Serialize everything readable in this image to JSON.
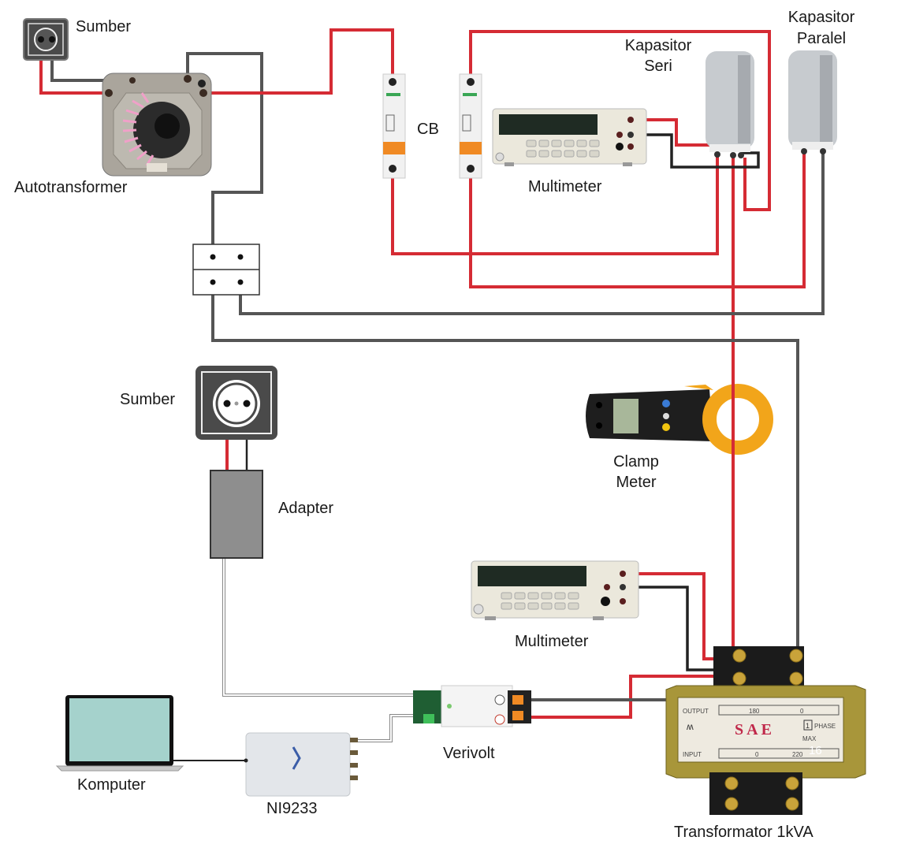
{
  "title": "Experimental wiring diagram",
  "colors": {
    "phase_wire": "#d52b34",
    "neutral_wire": "#555555",
    "signal_wire": "#222222",
    "laptop_screen": "#a5d2cc",
    "clamp_yellow": "#f2a51a",
    "cb_orange": "#f08a24",
    "sae_red": "#c0284a"
  },
  "components": {
    "source_top": {
      "label": "Sumber"
    },
    "autotransformer": {
      "label": "Autotransformer"
    },
    "circuit_breaker": {
      "label": "CB"
    },
    "multimeter_top": {
      "label": "Multimeter"
    },
    "capacitor_series": {
      "label_line1": "Kapasitor",
      "label_line2": "Seri"
    },
    "capacitor_parallel": {
      "label_line1": "Kapasitor",
      "label_line2": "Paralel"
    },
    "clamp_meter": {
      "label_line1": "Clamp",
      "label_line2": "Meter"
    },
    "source_bottom": {
      "label": "Sumber"
    },
    "adapter": {
      "label": "Adapter"
    },
    "multimeter_bottom": {
      "label": "Multimeter"
    },
    "verivolt": {
      "label": "Verivolt"
    },
    "computer": {
      "label": "Komputer"
    },
    "daq": {
      "label": "NI9233"
    },
    "transformer": {
      "label": "Transformator 1kVA",
      "brand": "SAE",
      "plate_output": "OUTPUT",
      "plate_input": "INPUT",
      "plate_phase_num": "1",
      "plate_phase": "PHASE",
      "plate_max": "MAX",
      "plate_output_vals": [
        "180",
        "0"
      ],
      "plate_input_vals": [
        "0",
        "220"
      ]
    }
  },
  "page_number": "16"
}
